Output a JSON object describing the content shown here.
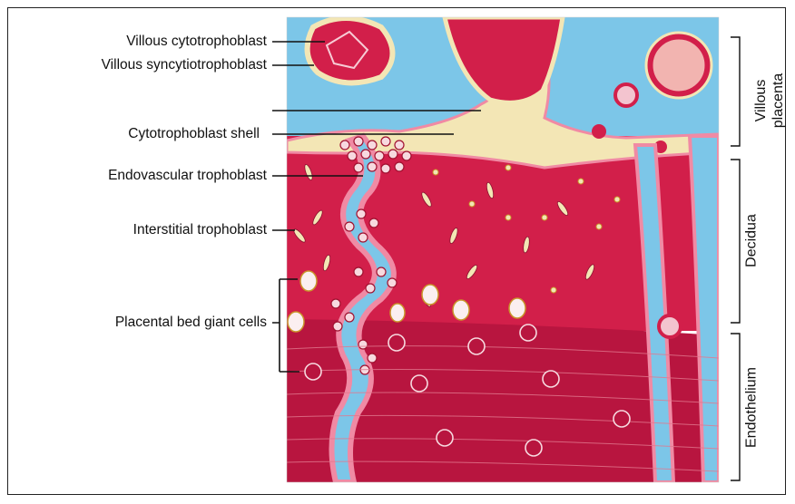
{
  "labels": {
    "villous_cytotrophoblast": "Villous cytotrophoblast",
    "villous_syncytiotrophoblast": "Villous syncytiotrophoblast",
    "cytotrophoblast_shell": "Cytotrophoblast shell",
    "endovascular_trophoblast": "Endovascular trophoblast",
    "interstitial_trophoblast": "Interstitial trophoblast",
    "placental_bed_giant_cells": "Placental bed giant cells"
  },
  "regions": {
    "villous_placenta_line1": "Villous",
    "villous_placenta_line2": "placenta",
    "decidua": "Decidua",
    "endothelium": "Endothelium"
  },
  "colors": {
    "blood_space": "#7cc6e8",
    "decidua": "#d21f4a",
    "myometrium": "#b8153f",
    "trophoblast": "#f3e6b5",
    "border_pink": "#f08aa4"
  }
}
